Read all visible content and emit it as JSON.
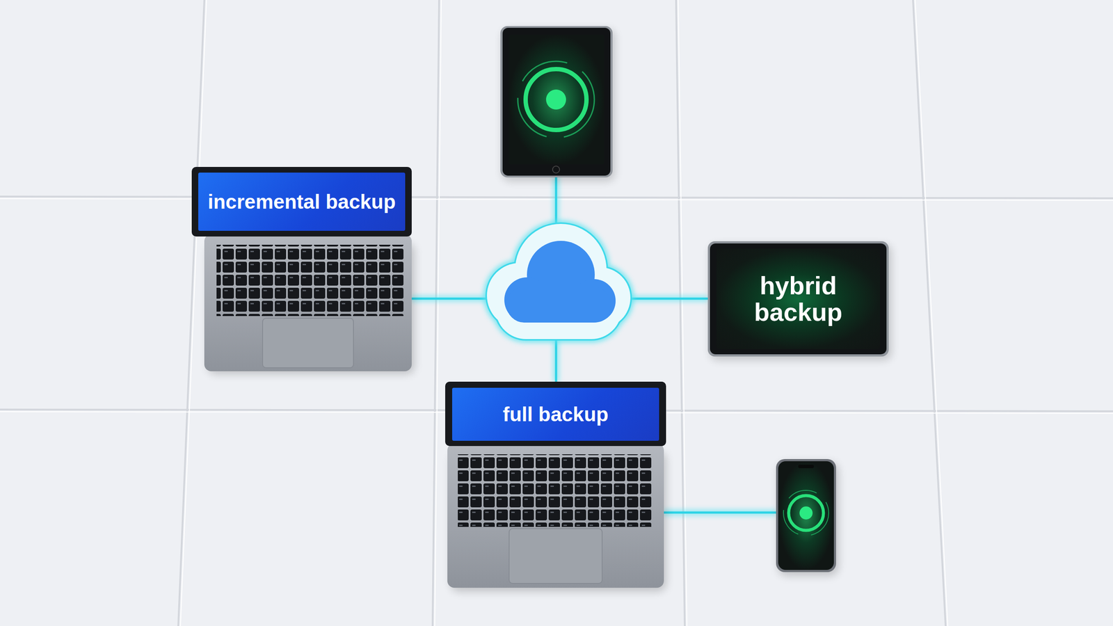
{
  "diagram": {
    "nodes": [
      {
        "text": [
          "incremental backup"
        ]
      },
      {
        "text": [
          "hybrid backup"
        ]
      },
      {
        "text": [
          "full backup"
        ]
      }
    ]
  }
}
